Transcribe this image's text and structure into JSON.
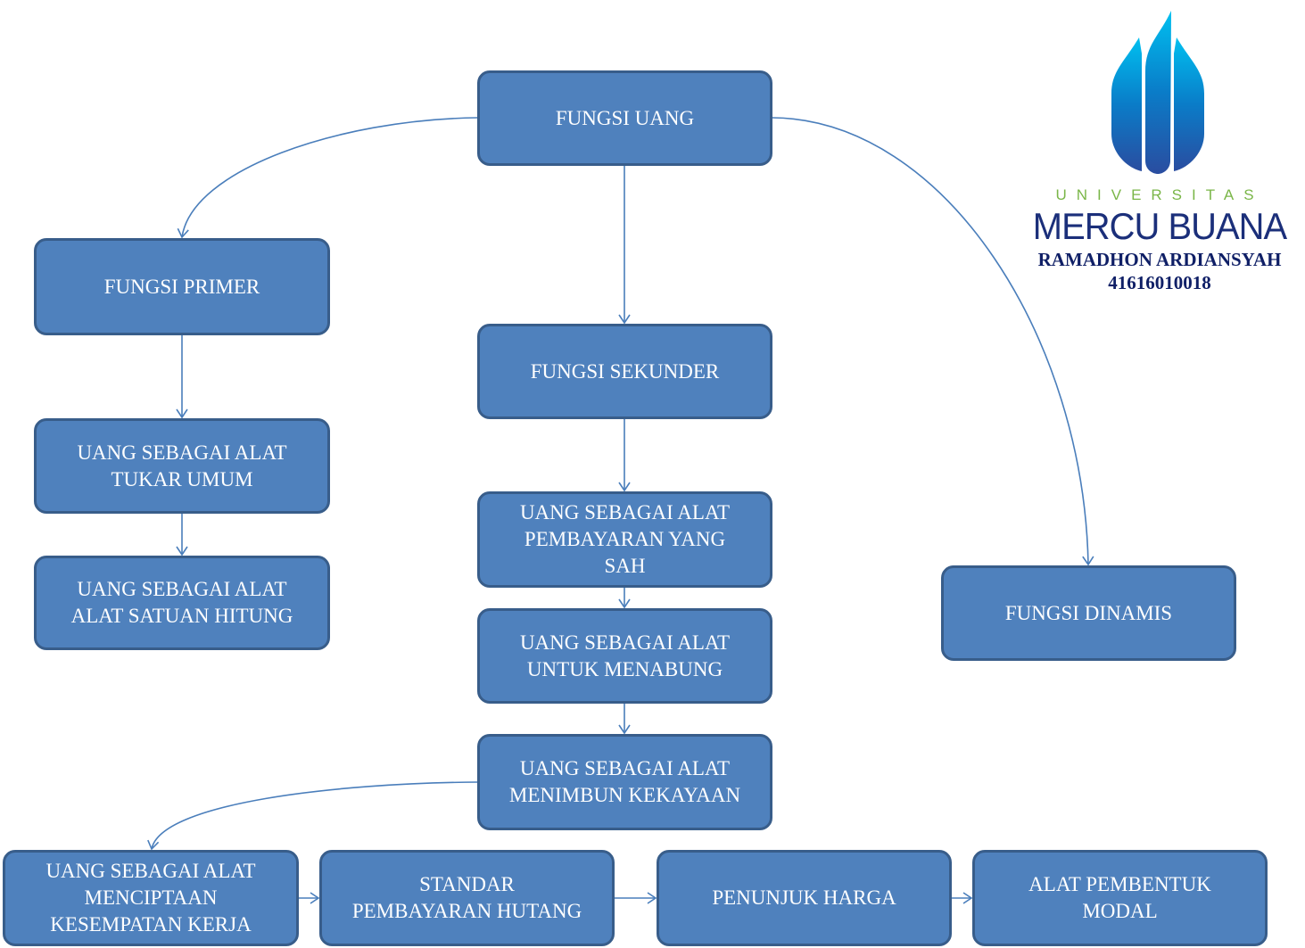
{
  "colors": {
    "box_fill": "#4f81bd",
    "box_border": "#385d8a",
    "connector": "#4a7ebb",
    "logo_green": "#7ab648",
    "logo_navy": "#1b2f7a"
  },
  "logo": {
    "icon": "mercu-buana-flame-logo",
    "universitas": "UNIVERSITAS",
    "name": "MERCU BUANA"
  },
  "author": {
    "name": "RAMADHON ARDIANSYAH",
    "nim": "41616010018"
  },
  "nodes": {
    "root": "FUNGSI UANG",
    "primer": "FUNGSI PRIMER",
    "primer_1": "UANG SEBAGAI ALAT\nTUKAR UMUM",
    "primer_2": "UANG SEBAGAI ALAT\nALAT SATUAN HITUNG",
    "sekunder": "FUNGSI SEKUNDER",
    "sekunder_1": "UANG SEBAGAI ALAT\nPEMBAYARAN YANG\nSAH",
    "sekunder_2": "UANG SEBAGAI ALAT\nUNTUK MENABUNG",
    "sekunder_3": "UANG SEBAGAI ALAT\nMENIMBUN KEKAYAAN",
    "sekunder_4": "UANG SEBAGAI ALAT\nMENCIPTAAN\nKESEMPATAN KERJA",
    "sekunder_5": "STANDAR\nPEMBAYARAN HUTANG",
    "sekunder_6": "PENUNJUK HARGA",
    "sekunder_7": "ALAT PEMBENTUK\nMODAL",
    "dinamis": "FUNGSI DINAMIS"
  }
}
